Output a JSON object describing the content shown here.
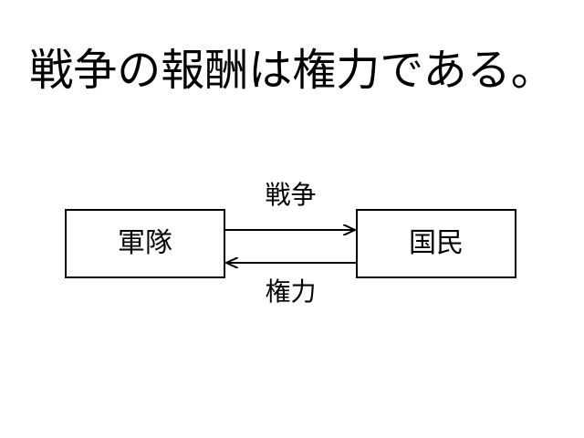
{
  "slide": {
    "background_color": "#ffffff",
    "foreground_color": "#000000",
    "title": "戦争の報酬は権力である。"
  },
  "diagram": {
    "type": "node-edge",
    "nodes": [
      {
        "id": "army",
        "label": "軍隊"
      },
      {
        "id": "citizens",
        "label": "国民"
      }
    ],
    "edges": [
      {
        "id": "war",
        "label": "戦争",
        "from": "army",
        "to": "citizens",
        "direction": "right",
        "label_position": "above"
      },
      {
        "id": "power",
        "label": "権力",
        "from": "citizens",
        "to": "army",
        "direction": "left",
        "label_position": "below"
      }
    ]
  }
}
